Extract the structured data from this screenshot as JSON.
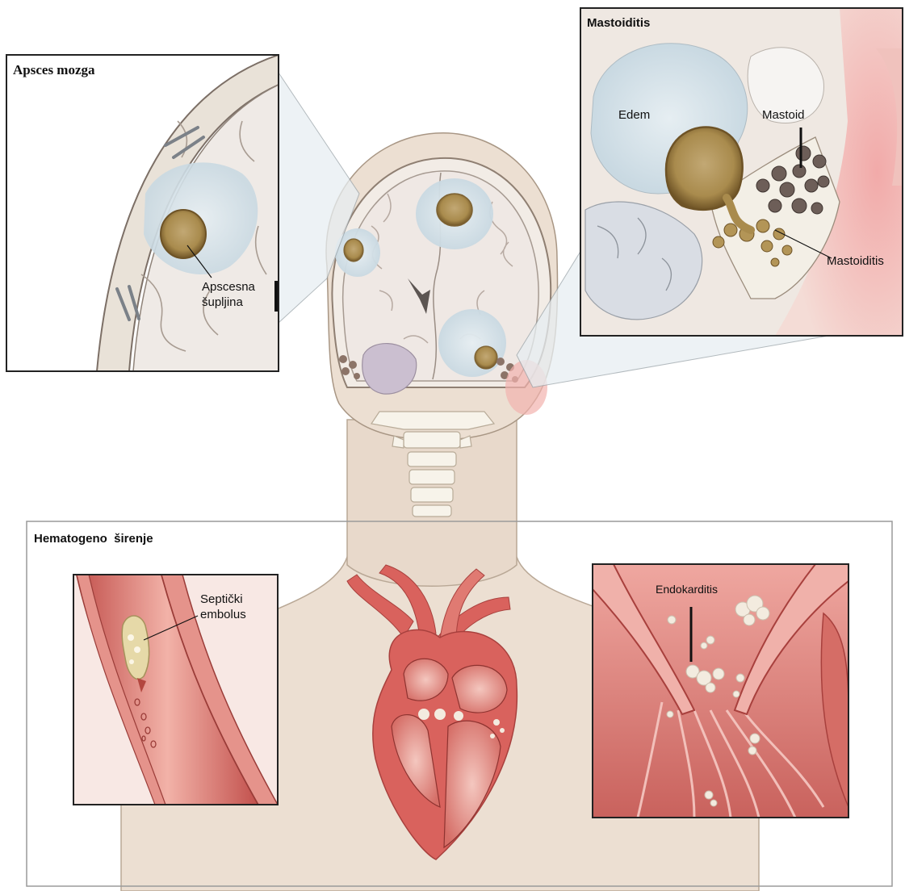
{
  "panels": {
    "brain_abscess": {
      "title": "Apsces mozga",
      "labels": {
        "cavity_line1": "Apscesna",
        "cavity_line2": "šupljina"
      }
    },
    "mastoiditis": {
      "title": "Mastoiditis",
      "labels": {
        "edema": "Edem",
        "mastoid": "Mastoid",
        "mastoiditis": "Mastoiditis"
      }
    },
    "hematogenous": {
      "title": "Hematogeno  širenje",
      "embolus": {
        "line1": "Septički",
        "line2": "embolus"
      },
      "endocarditis": "Endokarditis"
    }
  },
  "colors": {
    "skin": "#ecdfd2",
    "skin_shadow": "#dccdbe",
    "brain": "#efe8e4",
    "abscess": "#a98b4d",
    "edema": "#d6e3ea",
    "vessel": "#d9756f",
    "heart": "#d9625d",
    "heart_dark": "#b84a47",
    "vegetation": "#f3ebdf",
    "frame": "#222222"
  }
}
